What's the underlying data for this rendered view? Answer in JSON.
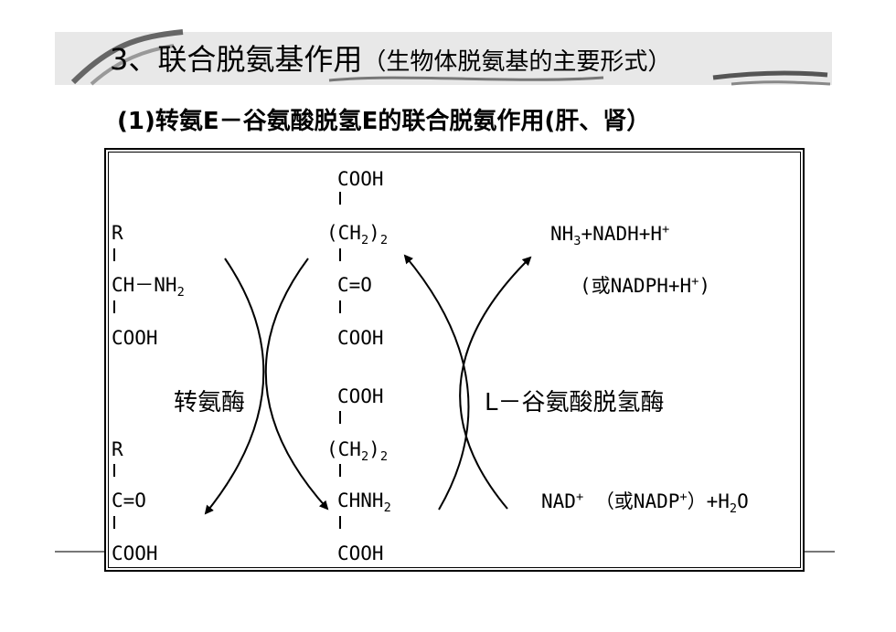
{
  "title": {
    "main": "3、联合脱氨基作用",
    "paren": "（生物体脱氨基的主要形式）"
  },
  "subtitle": "(1)转氨E－谷氨酸脱氢E的联合脱氨作用(肝、肾）",
  "left_top": {
    "r": "R",
    "ch": "CH－NH",
    "ch_sub": "2",
    "cooh": "COOH"
  },
  "left_bottom": {
    "r": "R",
    "co": "C=O",
    "cooh": "COOH"
  },
  "mid_top": {
    "cooh_top": "COOH",
    "ch2_pre": "(CH",
    "ch2_sub": "2",
    "ch2_post": ")",
    "ch2_n": "2",
    "co": "C=O",
    "cooh_bottom": "COOH"
  },
  "mid_bottom": {
    "cooh_top": "COOH",
    "ch2_pre": "(CH",
    "ch2_sub": "2",
    "ch2_post": ")",
    "ch2_n": "2",
    "chnh": "CHNH",
    "chnh_sub": "2",
    "cooh_bottom": "COOH"
  },
  "enzymes": {
    "transaminase": "转氨酶",
    "dehydrogenase": "L－谷氨酸脱氢酶"
  },
  "products": {
    "nh3": "NH",
    "nh3_sub": "3",
    "nh3_rest": "+NADH+H",
    "nh3_sup": "+",
    "alt": "(或NADPH+H",
    "alt_sup": "+",
    "alt_end": ")"
  },
  "reactants": {
    "nad": "NAD",
    "nad_sup": "+",
    "alt": "（或NADP",
    "alt_sup": "+",
    "alt_end": "）+H",
    "h2o_sub": "2",
    "h2o_end": "O"
  }
}
